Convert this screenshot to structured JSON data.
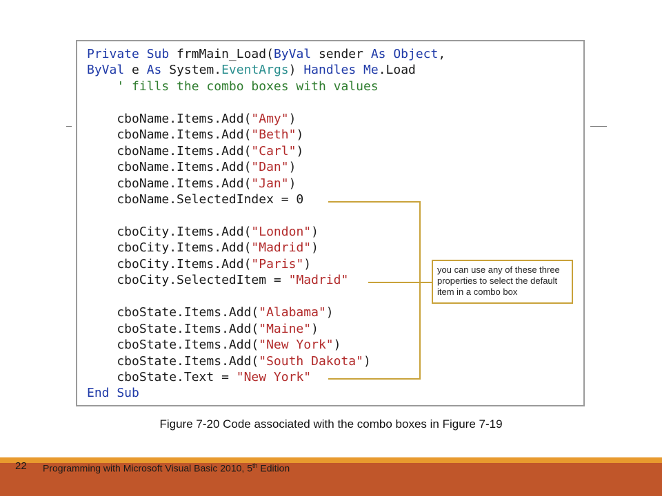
{
  "code": {
    "lines": [
      [
        {
          "t": "Private Sub ",
          "c": "kw"
        },
        {
          "t": "frmMain_Load(",
          "c": ""
        },
        {
          "t": "ByVal",
          "c": "kw"
        },
        {
          "t": " sender ",
          "c": ""
        },
        {
          "t": "As Object",
          "c": "kw"
        },
        {
          "t": ",",
          "c": ""
        }
      ],
      [
        {
          "t": "ByVal",
          "c": "kw"
        },
        {
          "t": " e ",
          "c": ""
        },
        {
          "t": "As",
          "c": "kw"
        },
        {
          "t": " System.",
          "c": ""
        },
        {
          "t": "EventArgs",
          "c": "ty"
        },
        {
          "t": ") ",
          "c": ""
        },
        {
          "t": "Handles Me",
          "c": "kw"
        },
        {
          "t": ".Load",
          "c": ""
        }
      ],
      [
        {
          "t": "    ' fills the combo boxes with values",
          "c": "cm"
        }
      ],
      [],
      [
        {
          "t": "    cboName.Items.Add(",
          "c": ""
        },
        {
          "t": "\"Amy\"",
          "c": "st"
        },
        {
          "t": ")",
          "c": ""
        }
      ],
      [
        {
          "t": "    cboName.Items.Add(",
          "c": ""
        },
        {
          "t": "\"Beth\"",
          "c": "st"
        },
        {
          "t": ")",
          "c": ""
        }
      ],
      [
        {
          "t": "    cboName.Items.Add(",
          "c": ""
        },
        {
          "t": "\"Carl\"",
          "c": "st"
        },
        {
          "t": ")",
          "c": ""
        }
      ],
      [
        {
          "t": "    cboName.Items.Add(",
          "c": ""
        },
        {
          "t": "\"Dan\"",
          "c": "st"
        },
        {
          "t": ")",
          "c": ""
        }
      ],
      [
        {
          "t": "    cboName.Items.Add(",
          "c": ""
        },
        {
          "t": "\"Jan\"",
          "c": "st"
        },
        {
          "t": ")",
          "c": ""
        }
      ],
      [
        {
          "t": "    cboName.SelectedIndex = 0",
          "c": ""
        }
      ],
      [],
      [
        {
          "t": "    cboCity.Items.Add(",
          "c": ""
        },
        {
          "t": "\"London\"",
          "c": "st"
        },
        {
          "t": ")",
          "c": ""
        }
      ],
      [
        {
          "t": "    cboCity.Items.Add(",
          "c": ""
        },
        {
          "t": "\"Madrid\"",
          "c": "st"
        },
        {
          "t": ")",
          "c": ""
        }
      ],
      [
        {
          "t": "    cboCity.Items.Add(",
          "c": ""
        },
        {
          "t": "\"Paris\"",
          "c": "st"
        },
        {
          "t": ")",
          "c": ""
        }
      ],
      [
        {
          "t": "    cboCity.SelectedItem = ",
          "c": ""
        },
        {
          "t": "\"Madrid\"",
          "c": "st"
        }
      ],
      [],
      [
        {
          "t": "    cboState.Items.Add(",
          "c": ""
        },
        {
          "t": "\"Alabama\"",
          "c": "st"
        },
        {
          "t": ")",
          "c": ""
        }
      ],
      [
        {
          "t": "    cboState.Items.Add(",
          "c": ""
        },
        {
          "t": "\"Maine\"",
          "c": "st"
        },
        {
          "t": ")",
          "c": ""
        }
      ],
      [
        {
          "t": "    cboState.Items.Add(",
          "c": ""
        },
        {
          "t": "\"New York\"",
          "c": "st"
        },
        {
          "t": ")",
          "c": ""
        }
      ],
      [
        {
          "t": "    cboState.Items.Add(",
          "c": ""
        },
        {
          "t": "\"South Dakota\"",
          "c": "st"
        },
        {
          "t": ")",
          "c": ""
        }
      ],
      [
        {
          "t": "    cboState.Text = ",
          "c": ""
        },
        {
          "t": "\"New York\"",
          "c": "st"
        }
      ],
      [
        {
          "t": "End Sub",
          "c": "kw"
        }
      ]
    ]
  },
  "callout": {
    "text": "you can use any of these three properties to select the default item in a combo box"
  },
  "caption": "Figure 7-20 Code associated with the combo boxes in Figure 7-19",
  "footer": {
    "page_number": "22",
    "text_main": "Programming with Microsoft Visual Basic 2010, 5",
    "text_sup": "th",
    "text_end": " Edition"
  },
  "colors": {
    "keyword": "#1f3aa8",
    "type": "#2b8f8f",
    "comment": "#2f7d2f",
    "string": "#b22a2a",
    "callout_line": "#c9a23a",
    "footer_top": "#e89a2e",
    "footer_bottom": "#c0562a"
  }
}
